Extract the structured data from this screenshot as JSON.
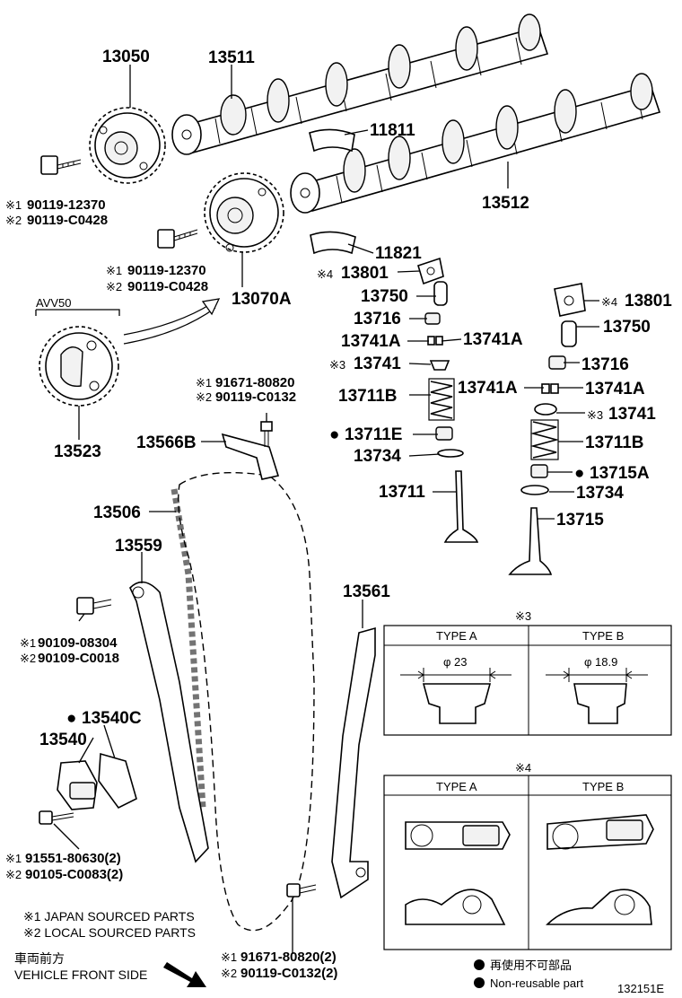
{
  "parts": {
    "p13050": "13050",
    "p13511": "13511",
    "p11811": "11811",
    "p13512": "13512",
    "p11821": "11821",
    "p13801a": "13801",
    "p13750a": "13750",
    "p13716a": "13716",
    "p13741A_1": "13741A",
    "p13741A_2": "13741A",
    "p13741a": "13741",
    "p13711B_a": "13711B",
    "p13711E": "13711E",
    "p13734a": "13734",
    "p13711": "13711",
    "p13801b": "13801",
    "p13750b": "13750",
    "p13716b": "13716",
    "p13741A_3": "13741A",
    "p13741A_4": "13741A",
    "p13741b": "13741",
    "p13711B_b": "13711B",
    "p13715A": "13715A",
    "p13734b": "13734",
    "p13715": "13715",
    "p13070A": "13070A",
    "p13523": "13523",
    "p13566B": "13566B",
    "p13506": "13506",
    "p13559": "13559",
    "p13561": "13561",
    "p13540C": "13540C",
    "p13540": "13540"
  },
  "bolts": {
    "b1_1": "90119-12370",
    "b1_2": "90119-C0428",
    "b2_1": "90119-12370",
    "b2_2": "90119-C0428",
    "b3_1": "91671-80820",
    "b3_2": "90119-C0132",
    "b4_1": "90109-08304",
    "b4_2": "90109-C0018",
    "b5_1": "91551-80630(2)",
    "b5_2": "90105-C0083(2)",
    "b6_1": "91671-80820(2)",
    "b6_2": "90119-C0132(2)"
  },
  "marks": {
    "m1": "※1",
    "m2": "※2",
    "m3": "※3",
    "m4": "※4",
    "bullet": "●"
  },
  "avv": "AVV50",
  "type_boxes": {
    "box3_title": "※3",
    "box3_typeA": "TYPE A",
    "box3_typeB": "TYPE B",
    "box3_dimA": "φ 23",
    "box3_dimB": "φ 18.9",
    "box4_title": "※4",
    "box4_typeA": "TYPE A",
    "box4_typeB": "TYPE B"
  },
  "notes": {
    "japan": "※1 JAPAN SOURCED PARTS",
    "local": "※2 LOCAL SOURCED PARTS",
    "front_jp": "車両前方",
    "front_en": "VEHICLE FRONT SIDE",
    "nonreuse_jp": "再使用不可部品",
    "nonreuse_en": "Non-reusable part"
  },
  "diagram_id": "132151E"
}
